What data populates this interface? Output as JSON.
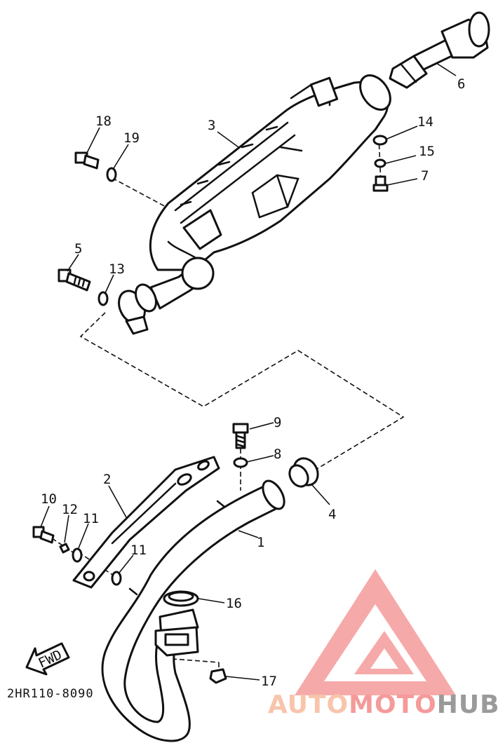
{
  "callouts": {
    "c1": "1",
    "c2": "2",
    "c3": "3",
    "c4": "4",
    "c5": "5",
    "c6": "6",
    "c7": "7",
    "c8": "8",
    "c9": "9",
    "c10": "10",
    "c11a": "11",
    "c11b": "11",
    "c12": "12",
    "c13": "13",
    "c14": "14",
    "c15": "15",
    "c16": "16",
    "c17": "17",
    "c18": "18",
    "c19": "19"
  },
  "fwd_label": "FWD",
  "drawing_code": "2HR110-8090",
  "watermark": {
    "part1": "AUTO",
    "part2": "MOTO",
    "part3": "HUB",
    "color_light": "#f8c4ac",
    "color_pink": "#f59a9a",
    "color_gray": "#9a9a9a"
  }
}
